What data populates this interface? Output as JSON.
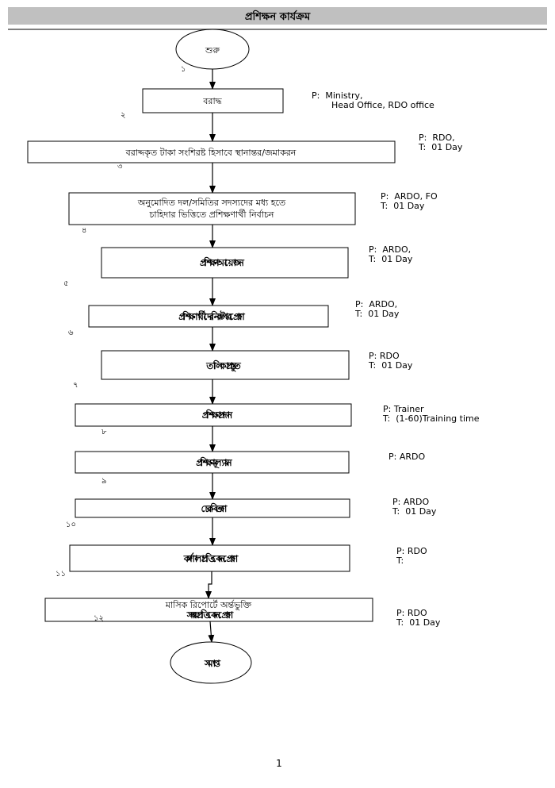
{
  "header": {
    "title": "প্রশিক্ষন কার্যক্রম"
  },
  "start_label": "শুরু",
  "end_label": "সমাপ্ত",
  "step_numbers": [
    "১",
    "২",
    "৩",
    "৪",
    "৫",
    "৬",
    "৭",
    "৮",
    "৯",
    "১০",
    "১১",
    "১২"
  ],
  "steps": [
    {
      "lines": [
        "বরাদ্ধ"
      ],
      "responsible": [
        "P:  Ministry,",
        "Head Office, RDO office"
      ]
    },
    {
      "lines": [
        "বরাদ্দকৃত টাকা সংশিরষ্ট হিসাবে স্থানান্তর/জমাকরন"
      ],
      "responsible": [
        "P:  RDO,",
        "T:  01 Day"
      ]
    },
    {
      "lines": [
        "অনুমোদিত দল/সমিতির সদস্যদের মধ্য হতে",
        "চাহিদার ভিত্তিতে প্রশিক্ষণার্থী নির্বাচন"
      ],
      "responsible": [
        "P:  ARDO, FO",
        "T:  01 Day"
      ]
    },
    {
      "lines": [
        "প্রশিক্ষণ আয়োজন"
      ],
      "responsible": [
        "P:  ARDO,",
        "T:  01 Day"
      ]
    },
    {
      "lines": [
        "প্রশিক্ষণার্থীদের নিকট পত্র প্রেরণ"
      ],
      "responsible": [
        "P:  ARDO,",
        "T:  01 Day"
      ]
    },
    {
      "lines": [
        "তালিকা প্রস্তুত"
      ],
      "responsible": [
        "P: RDO",
        "T:  01 Day"
      ]
    },
    {
      "lines": [
        "প্রশিক্ষণ প্রদান"
      ],
      "responsible": [
        "P: Trainer",
        "T:  (1-60)Training time"
      ]
    },
    {
      "lines": [
        "প্রশিক্ষণ মূল্যায়ন"
      ],
      "responsible": [
        "P: ARDO"
      ]
    },
    {
      "lines": [
        "চেক বিতরণ"
      ],
      "responsible": [
        "P: ARDO",
        "T:  01 Day"
      ]
    },
    {
      "lines": [
        "কর্মশালা প্রতিবেদন প্রেরণ"
      ],
      "responsible": [
        "P: RDO",
        "T:"
      ]
    },
    {
      "lines": [
        "মাসিক রিপোর্টে অর্ন্তভুক্তি",
        "সমন্বয় প্রতিবেদন প্রেরণ"
      ],
      "responsible": [
        "P: RDO",
        "T:  01 Day"
      ]
    }
  ],
  "page_number": "1"
}
